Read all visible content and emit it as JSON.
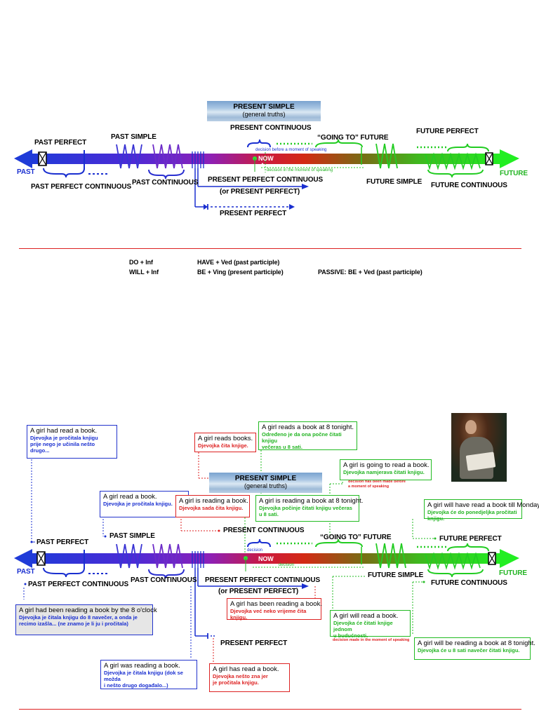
{
  "top": {
    "sky_title": "PRESENT SIMPLE",
    "sky_sub": "(general truths)",
    "present_continuous": "PRESENT CONTINUOUS",
    "going_to": "“GOING TO” FUTURE",
    "future_perfect": "FUTURE PERFECT",
    "past_perfect": "PAST PERFECT",
    "past_simple": "PAST SIMPLE",
    "past": "PAST",
    "future": "FUTURE",
    "now": "NOW",
    "note_before": "decision before a moment of speaking",
    "note_in": "decision in the moment of speaking",
    "past_perfect_continuous": "PAST PERFECT CONTINUOUS",
    "past_continuous": "PAST CONTINUOUS",
    "present_perfect_continuous": "PRESENT PERFECT CONTINUOUS",
    "or_present_perfect": "(or PRESENT PERFECT)",
    "present_perfect": "PRESENT PERFECT",
    "future_simple": "FUTURE SIMPLE",
    "future_continuous": "FUTURE CONTINUOUS"
  },
  "forms": {
    "do_inf": "DO + Inf",
    "will_inf": "WILL + Inf",
    "have_ved": "HAVE + Ved (past participle)",
    "be_ving": "BE + Ving (present participle)",
    "passive": "PASSIVE:  BE + Ved (past participle)"
  },
  "bottom": {
    "sky_title": "PRESENT SIMPLE",
    "sky_sub": "(general truths)",
    "past_perfect": "PAST PERFECT",
    "past_simple": "PAST SIMPLE",
    "present_continuous": "PRESENT CONTINUOUS",
    "going_to": "“GOING TO” FUTURE",
    "future_perfect": "FUTURE PERFECT",
    "past": "PAST",
    "future": "FUTURE",
    "now": "NOW",
    "note_now": "decision",
    "note_decision": "decision",
    "past_perfect_continuous": "PAST PERFECT CONTINUOUS",
    "past_continuous": "PAST CONTINUOUS",
    "present_perfect_continuous": "PRESENT PERFECT CONTINUOUS",
    "or_present_perfect": "(or PRESENT PERFECT)",
    "present_perfect": "PRESENT PERFECT",
    "future_simple": "FUTURE SIMPLE",
    "future_continuous": "FUTURE CONTINUOUS",
    "note_made_before": "decision has been made before\na moment of speaking",
    "note_made_in": "decision made in the moment of speaking"
  },
  "examples": {
    "past_perfect": {
      "en": "A girl had read a book.",
      "hr": "Djevojka je pročitala knjigu\nprije nego je učinila nešto drugo..."
    },
    "past_simple": {
      "en": "A girl  read a book.",
      "hr": "Djevojka je pročitala knjigu."
    },
    "present_simple": {
      "en": "A girl reads  books.",
      "hr": "Djevojka čita knjige."
    },
    "present_cont": {
      "en": "A girl is reading a book.",
      "hr": "Djevojka sada čita knjigu."
    },
    "tonight_simple": {
      "en": "A girl reads a book at 8 tonight.",
      "hr": "Određeno je da ona počne čitati knjigu\nvečeras u 8 sati."
    },
    "tonight_cont": {
      "en": "A girl is reading a book at 8 tonight.",
      "hr": "Djevojka počinje čitati knjigu večeras\nu 8 sati."
    },
    "going_to": {
      "en": "A girl is going to read a book.",
      "hr": "Djevojka namjerava čitati knjigu."
    },
    "future_perfect": {
      "en": "A girl will have read  a book till Monday.",
      "hr": "Djevojka će do ponedjeljka pročitati knjigu."
    },
    "past_perfect_cont": {
      "en": "A girl had been reading a book by the 8 o'clock",
      "hr": "Djevojka je čitala knjigu do 8 navečer, a onda je\nrecimo izašla... (ne znamo je li ju i pročitala)"
    },
    "present_perfect_cont": {
      "en": "A girl has been reading a book.",
      "hr": "Djevojka već neko vrijeme čita knjigu."
    },
    "future_simple": {
      "en": "A girl will read a book.",
      "hr": "Djevojka će čitati knjige jednom\nu budućnosti."
    },
    "future_cont": {
      "en": "A girl will be reading a book at 8 tonight.",
      "hr": "Djevojka će u 8 sati navečer čitati knjigu."
    },
    "past_cont": {
      "en": "A girl was reading a book.",
      "hr": "Djevojka je čitala knjigu (dok se možda\ni nešto drugo događalo...)"
    },
    "present_perfect": {
      "en": "A girl has read a book.",
      "hr": "Djevojka nešto zna jer\nje pročitala knjigu."
    }
  },
  "colors": {
    "blue": "#1a2fd0",
    "red": "#dd2222",
    "green": "#22b422"
  },
  "image": {
    "name": "photo of a girl reading a book"
  }
}
